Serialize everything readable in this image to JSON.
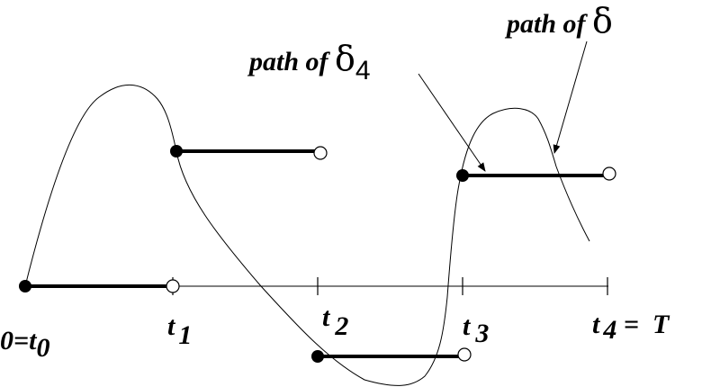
{
  "axis": {
    "ticks": [
      {
        "prefix": "0=t",
        "sub": "0"
      },
      {
        "prefix": "t",
        "sub": "1"
      },
      {
        "prefix": "t",
        "sub": "2"
      },
      {
        "prefix": "t",
        "sub": "3"
      },
      {
        "prefix": "t",
        "sub": "4",
        "suffix": " =  T"
      }
    ]
  },
  "annotations": {
    "delta4": {
      "text": "path of ",
      "symbol": "δ",
      "sub": "4"
    },
    "delta": {
      "text": "path of ",
      "symbol": "δ"
    }
  }
}
